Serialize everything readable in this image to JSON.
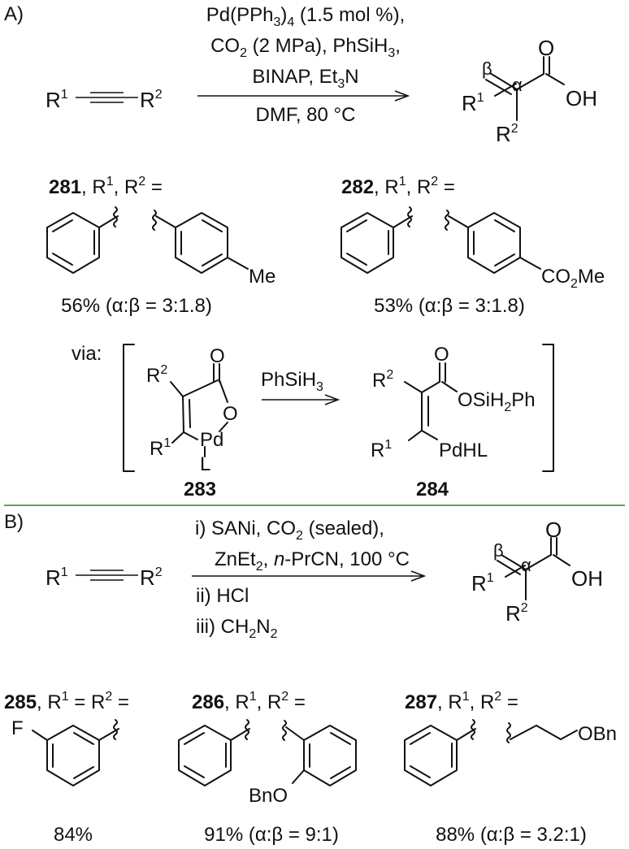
{
  "part_a": {
    "label": "A)",
    "reactant": {
      "r1": "R",
      "r1_sup": "1",
      "r2": "R",
      "r2_sup": "2"
    },
    "conditions": {
      "line1_a": "Pd(PPh",
      "line1_sub": "3",
      "line1_b": ")",
      "line1_sub2": "4",
      "line1_c": " (1.5 mol %),",
      "line2_a": "CO",
      "line2_sub": "2",
      "line2_b": " (2 MPa), PhSiH",
      "line2_sub2": "3",
      "line2_c": ",",
      "line3_a": "BINAP, Et",
      "line3_sub": "3",
      "line3_b": "N",
      "line4": "DMF, 80 °C"
    },
    "product": {
      "beta": "β",
      "alpha": "α",
      "o": "O",
      "oh": "OH",
      "r1": "R",
      "r1_sup": "1",
      "r2": "R",
      "r2_sup": "2"
    },
    "examples": [
      {
        "id": "281",
        "heading": ", R",
        "sup1": "1",
        "mid": ", R",
        "sup2": "2",
        "eq": " =",
        "substituent": "Me",
        "yield": "56% (α:β = 3:1.8)"
      },
      {
        "id": "282",
        "heading": ", R",
        "sup1": "1",
        "mid": ", R",
        "sup2": "2",
        "eq": " =",
        "substituent_a": "CO",
        "substituent_sub": "2",
        "substituent_b": "Me",
        "yield": "53% (α:β = 3:1.8)"
      }
    ],
    "mechanism": {
      "via": "via:",
      "intermediate_283": {
        "id": "283",
        "o": "O",
        "o_ring": "O",
        "pd": "Pd",
        "l": "L",
        "r1": "R",
        "r1_sup": "1",
        "r2": "R",
        "r2_sup": "2"
      },
      "reagent_a": "PhSiH",
      "reagent_sub": "3",
      "intermediate_284": {
        "id": "284",
        "o": "O",
        "osi_a": "OSiH",
        "osi_sub": "2",
        "osi_b": "Ph",
        "pdhl": "PdHL",
        "r1": "R",
        "r1_sup": "1",
        "r2": "R",
        "r2_sup": "2"
      }
    }
  },
  "part_b": {
    "label": "B)",
    "reactant": {
      "r1": "R",
      "r1_sup": "1",
      "r2": "R",
      "r2_sup": "2"
    },
    "conditions": {
      "line1_a": "i) SANi, CO",
      "line1_sub": "2",
      "line1_b": " (sealed),",
      "line2_a": "ZnEt",
      "line2_sub": "2",
      "line2_b": ", ",
      "line2_ital": "n",
      "line2_c": "-PrCN, 100 °C",
      "line3": "ii) HCl",
      "line4_a": "iii) CH",
      "line4_sub": "2",
      "line4_b": "N",
      "line4_sub2": "2"
    },
    "product": {
      "beta": "β",
      "alpha": "α",
      "o": "O",
      "oh": "OH",
      "r1": "R",
      "r1_sup": "1",
      "r2": "R",
      "r2_sup": "2"
    },
    "examples": [
      {
        "id": "285",
        "heading": ", R",
        "sup1": "1",
        "mid": " = R",
        "sup2": "2",
        "eq": " =",
        "substituent": "F",
        "yield": "84%"
      },
      {
        "id": "286",
        "heading": ", R",
        "sup1": "1",
        "mid": ", R",
        "sup2": "2",
        "eq": " =",
        "substituent": "BnO",
        "yield": "91% (α:β = 9:1)"
      },
      {
        "id": "287",
        "heading": ", R",
        "sup1": "1",
        "mid": ", R",
        "sup2": "2",
        "eq": " =",
        "substituent": "OBn",
        "yield": "88% (α:β = 3.2:1)"
      }
    ]
  },
  "colors": {
    "ink": "#111111",
    "divider": "#1a8a2a",
    "background": "#ffffff"
  }
}
